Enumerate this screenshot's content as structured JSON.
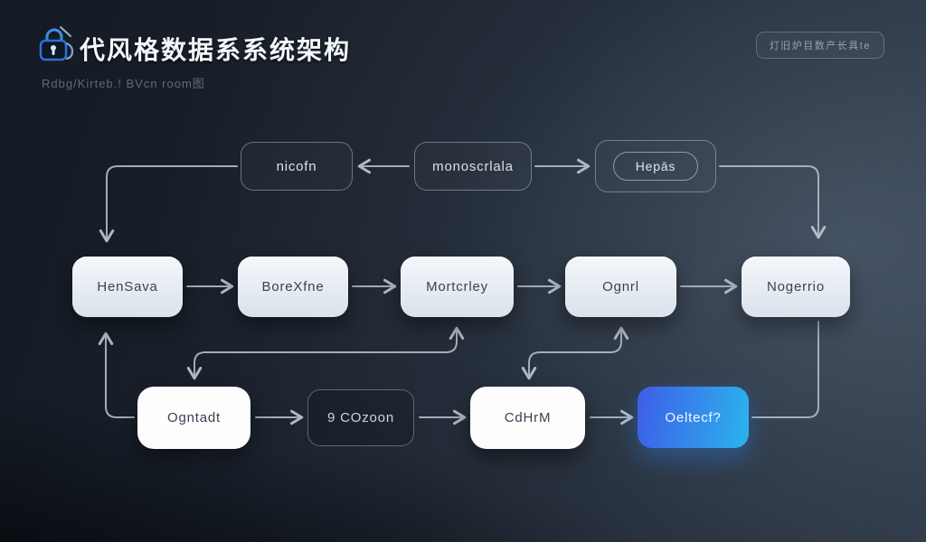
{
  "header": {
    "title": "代风格数据系系统架构",
    "subtitle": "Rdbg/Kirteb.! BVcn room图",
    "badge": "灯旧炉目数产长具te"
  },
  "colors": {
    "accent_blue": "#3b82f6",
    "highlight_gradient_start": "#3e5de8",
    "highlight_gradient_end": "#2bb4ec",
    "node_light_fill": "#e9eef5",
    "node_white_fill": "#fdfdfe",
    "connector": "#b4bfca",
    "background_dark": "#141a23",
    "background_light": "#2f3946"
  },
  "nodes": {
    "top": [
      {
        "id": "nicofn",
        "label": "nicofn",
        "style": "outline"
      },
      {
        "id": "monoscrlala",
        "label": "monoscrlala",
        "style": "outline"
      },
      {
        "id": "hepas",
        "label": "Hepās",
        "style": "outline-pill"
      }
    ],
    "middle": [
      {
        "id": "hensava",
        "label": "HenSava",
        "style": "light"
      },
      {
        "id": "borexfne",
        "label": "BoreXfne",
        "style": "light"
      },
      {
        "id": "mortcrley",
        "label": "Mortcrley",
        "style": "light"
      },
      {
        "id": "ognrl",
        "label": "Ognrl",
        "style": "light"
      },
      {
        "id": "nogerrio",
        "label": "Nogerrio",
        "style": "light"
      }
    ],
    "bottom": [
      {
        "id": "ogntadt",
        "label": "Ogntadt",
        "style": "white"
      },
      {
        "id": "cozoon",
        "label": "9 COzoon",
        "style": "outline-dark"
      },
      {
        "id": "cdhrm",
        "label": "CdHrM",
        "style": "white"
      },
      {
        "id": "oeltecf",
        "label": "Oeltecf?",
        "style": "highlight"
      }
    ]
  },
  "edges": [
    {
      "from": "monoscrlala",
      "to": "nicofn"
    },
    {
      "from": "monoscrlala",
      "to": "hepas"
    },
    {
      "from": "nicofn",
      "to": "hensava"
    },
    {
      "from": "hepas",
      "to": "nogerrio"
    },
    {
      "from": "hensava",
      "to": "borexfne"
    },
    {
      "from": "borexfne",
      "to": "mortcrley"
    },
    {
      "from": "mortcrley",
      "to": "ognrl"
    },
    {
      "from": "ognrl",
      "to": "nogerrio"
    },
    {
      "from": "mortcrley",
      "to": "ogntadt",
      "bidirectional": true
    },
    {
      "from": "ognrl",
      "to": "cdhrm",
      "bidirectional": true
    },
    {
      "from": "ogntadt",
      "to": "hensava"
    },
    {
      "from": "nogerrio",
      "to": "oeltecf"
    },
    {
      "from": "ogntadt",
      "to": "cozoon"
    },
    {
      "from": "cozoon",
      "to": "cdhrm"
    },
    {
      "from": "cdhrm",
      "to": "oeltecf"
    }
  ]
}
